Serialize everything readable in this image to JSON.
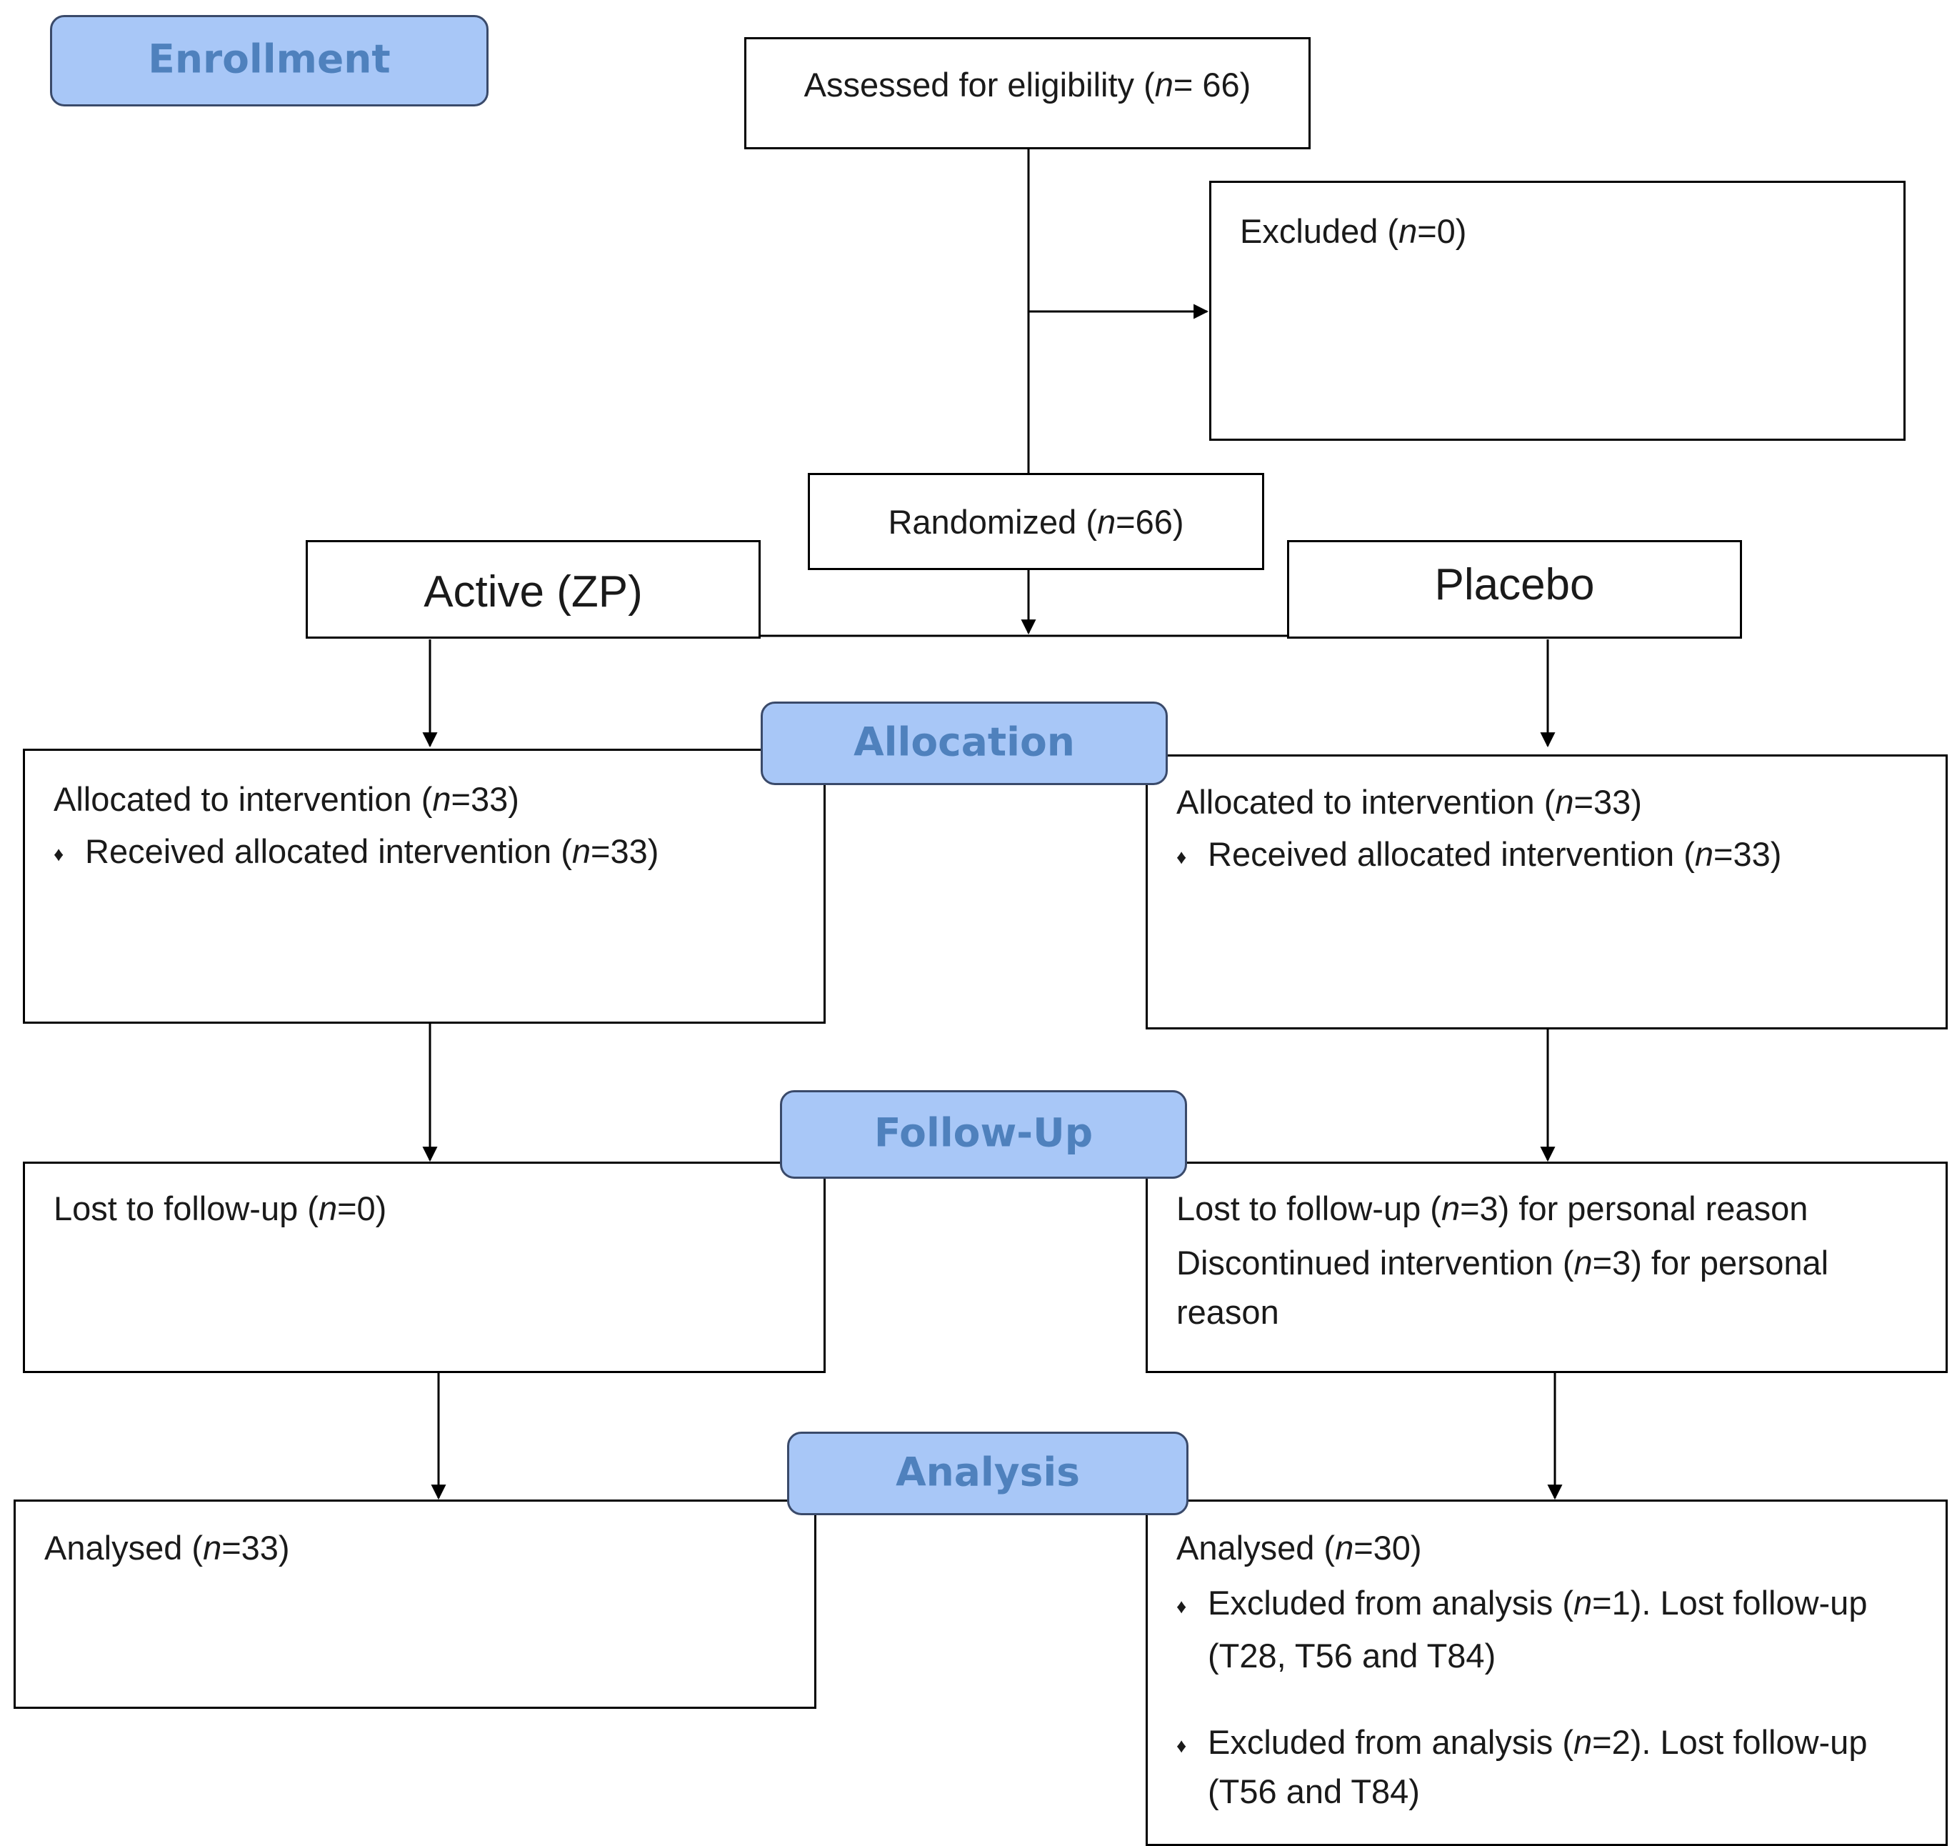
{
  "stages": {
    "enrollment": "Enrollment",
    "allocation": "Allocation",
    "follow_up": "Follow-Up",
    "analysis": "Analysis"
  },
  "assessed": {
    "pre": "Assessed for eligibility (",
    "n": "n",
    "post": "= 66)"
  },
  "excluded": {
    "pre": "Excluded (",
    "n": "n",
    "post": "=0)"
  },
  "randomized": {
    "pre": "Randomized (",
    "n": "n",
    "post": "=66)"
  },
  "arms": {
    "active": "Active (ZP)",
    "placebo": "Placebo"
  },
  "left": {
    "allocation": {
      "l1_pre": "Allocated to intervention (",
      "l1_n": "n",
      "l1_post": "=33)",
      "bullet": "♦",
      "l2_pre": "Received allocated intervention (",
      "l2_n": "n",
      "l2_post": "=33)"
    },
    "followup": {
      "pre": "Lost to follow-up (",
      "n": "n",
      "post": "=0)"
    },
    "analysis": {
      "pre": "Analysed (",
      "n": "n",
      "post": "=33)"
    }
  },
  "right": {
    "allocation": {
      "l1_pre": "Allocated to intervention (",
      "l1_n": "n",
      "l1_post": "=33)",
      "bullet": "♦",
      "l2_pre": "Received allocated intervention (",
      "l2_n": "n",
      "l2_post": "=33)"
    },
    "followup": {
      "l1_pre": "Lost to follow-up (",
      "l1_n": "n",
      "l1_post": "=3) for personal reason",
      "l2_pre": "Discontinued intervention (",
      "l2_n": "n",
      "l2_post": "=3) for personal reason"
    },
    "analysis": {
      "l1_pre": "Analysed (",
      "l1_n": "n",
      "l1_post": "=30)",
      "bullet": "♦",
      "e1_pre": "Excluded from analysis (",
      "e1_n": "n",
      "e1_post": "=1). Lost follow-up (T28, T56 and T84)",
      "e2_pre": "Excluded from analysis (",
      "e2_n": "n",
      "e2_post": "=2). Lost follow-up (T56 and T84)"
    }
  }
}
